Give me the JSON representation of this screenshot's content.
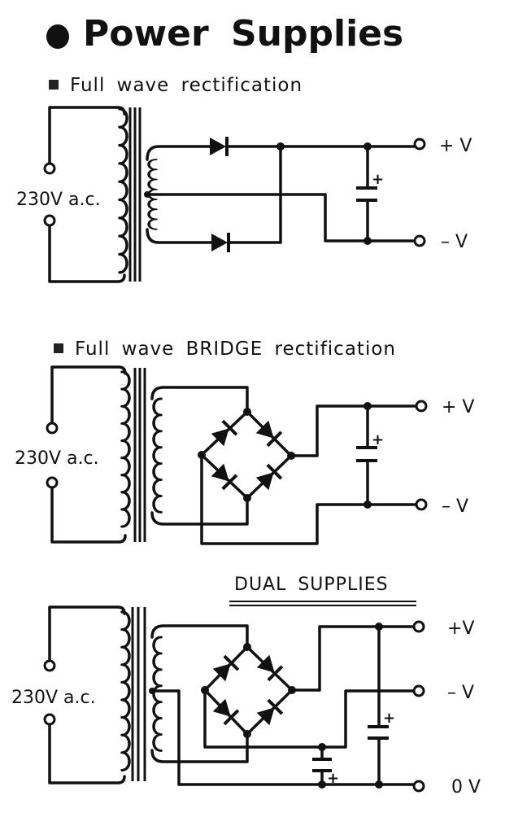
{
  "title": "Power Supplies",
  "sections": [
    {
      "heading": "Full wave rectification",
      "input_label": "230V a.c.",
      "outputs": [
        "+ V",
        "– V"
      ],
      "capacitor_polarity": "+"
    },
    {
      "heading": "Full wave BRIDGE rectification",
      "input_label": "230V a.c.",
      "outputs": [
        "+ V",
        "– V"
      ],
      "capacitor_polarity": "+"
    },
    {
      "heading": "DUAL SUPPLIES",
      "input_label": "230V a.c.",
      "outputs": [
        "+V",
        "– V",
        "0 V"
      ],
      "capacitor_polarity": "+"
    }
  ]
}
